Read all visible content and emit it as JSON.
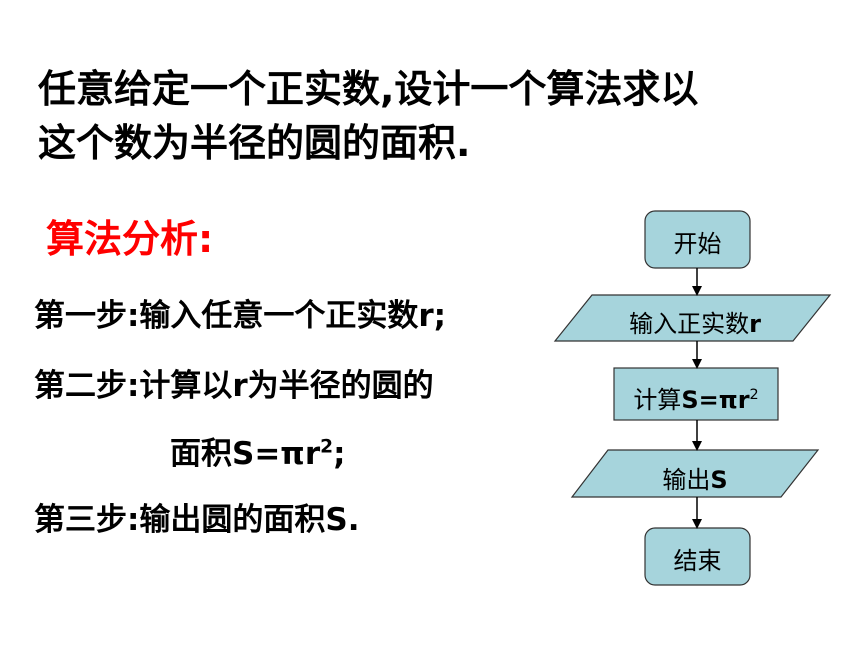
{
  "problem": {
    "line1": "任意给定一个正实数,设计一个算法求以",
    "line2": "这个数为半径的圆的面积."
  },
  "analysis": {
    "title": "算法分析:",
    "step1": "第一步:输入任意一个正实数r;",
    "step2_line1": "第二步:计算以r为半径的圆的",
    "step2_line2_prefix": "面积S=πr",
    "step2_line2_sup": "2",
    "step2_line2_suffix": ";",
    "step3": "第三步:输出圆的面积S."
  },
  "flowchart": {
    "start": "开始",
    "input_prefix": "输入正实数",
    "input_var": "r",
    "compute_prefix": "计算",
    "compute_formula": "S=πr",
    "compute_sup": "2",
    "output_prefix": "输出",
    "output_var": "S",
    "end": "结束",
    "fill_color": "#a6d4dc"
  }
}
